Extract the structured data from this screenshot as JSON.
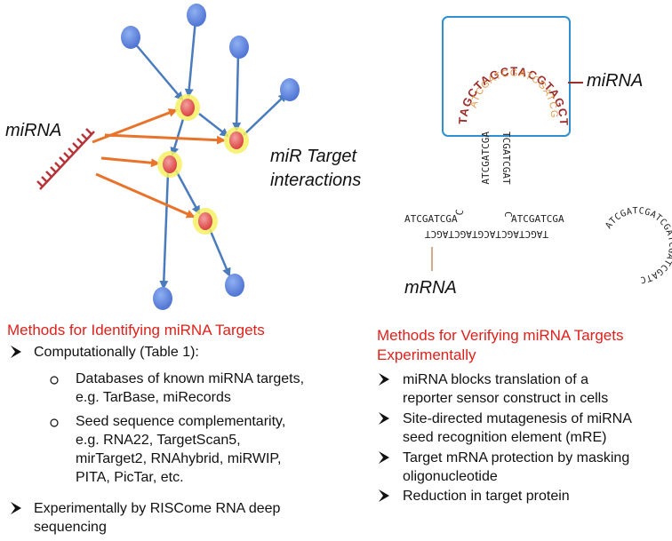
{
  "diagram": {
    "mirna_label_left": "miRNA",
    "interactions_label_line1": "miR Target",
    "interactions_label_line2": "interactions",
    "mirna_label_right": "miRNA",
    "mrna_label": "mRNA",
    "loop_outer_seq": "TAGCTAGCTACGTAGCTAGCTAG",
    "loop_inner_seq": "ATCGATCGATCGATCGATCG",
    "stem_left": "ATCGATCGA",
    "stem_right": "TCGATCGAT",
    "c_letter": "C",
    "mrna_top_left": "ATCGATCGA",
    "mrna_top_mid": "ATCGATCGA",
    "mrna_bottom": "TAGCTAGCTACGTAGCTAGCT",
    "bulge_seq": "ATCGATCGATCGATCGATCGATC",
    "colors": {
      "node_blue": "#5b7fd8",
      "target_red": "#e85454",
      "glow": "#f4f063",
      "orange_arrow": "#e8732a",
      "blue_arrow": "#4a7bbd",
      "mirna_comb": "#b5353a",
      "box_border": "#2f8fd0",
      "seq_dark_red": "#9b2d2b",
      "seq_orange": "#e39a4d",
      "heading_red": "#e0201b"
    }
  },
  "left_panel": {
    "heading": "Methods for Identifying miRNA Targets",
    "item1": "Computationally (Table 1):",
    "sub1_line1": "Databases of known miRNA targets,",
    "sub1_line2": "e.g. TarBase, miRecords",
    "sub2_line1": "Seed sequence complementarity,",
    "sub2_line2": "e.g. RNA22, TargetScan5,",
    "sub2_line3": "mirTarget2, RNAhybrid, miRWIP,",
    "sub2_line4": "PITA, PicTar, etc.",
    "item2_line1": "Experimentally by RISCome RNA deep",
    "item2_line2": "sequencing"
  },
  "right_panel": {
    "heading_line1": "Methods for Verifying miRNA Targets",
    "heading_line2": "Experimentally",
    "item1_line1": "miRNA blocks translation of a",
    "item1_line2": "reporter sensor construct in cells",
    "item2_line1": "Site-directed mutagenesis of miRNA",
    "item2_line2": "seed recognition element (mRE)",
    "item3_line1": "Target mRNA protection by masking",
    "item3_line2": "oligonucleotide",
    "item4": "Reduction in target protein"
  },
  "icons": {
    "bullet": "arrow-bullet-icon",
    "sub_bullet": "circle-bullet-icon"
  }
}
